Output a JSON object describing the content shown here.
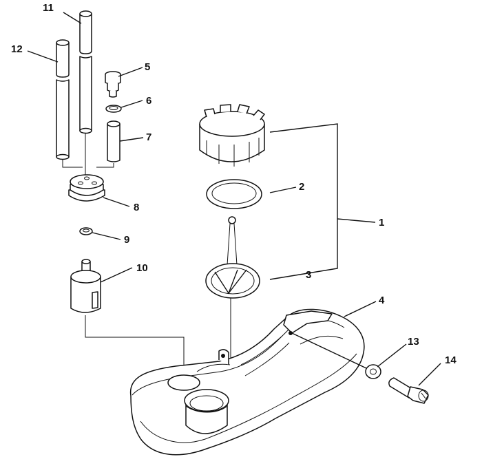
{
  "labels": [
    "1",
    "2",
    "3",
    "4",
    "5",
    "6",
    "7",
    "8",
    "9",
    "10",
    "11",
    "12",
    "13",
    "14"
  ],
  "colors": {
    "ink": "#111111",
    "paper": "#ffffff"
  }
}
